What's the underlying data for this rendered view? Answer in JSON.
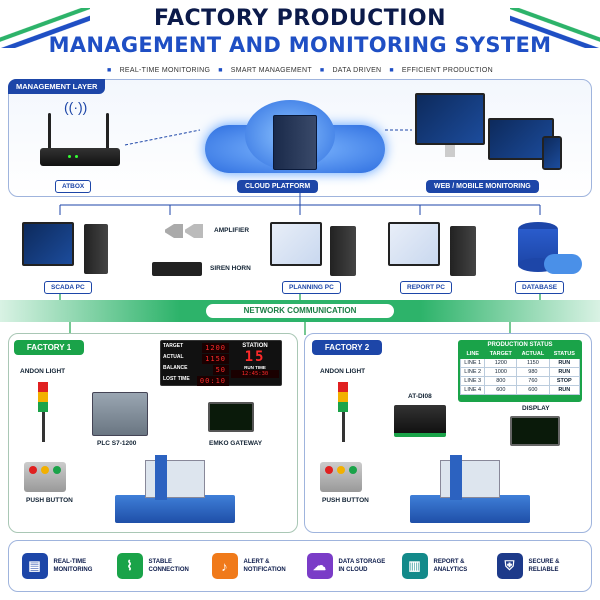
{
  "header": {
    "title_line1": "FACTORY PRODUCTION",
    "title_line2": "MANAGEMENT AND MONITORING SYSTEM",
    "tags": [
      "REAL-TIME MONITORING",
      "SMART MANAGEMENT",
      "DATA DRIVEN",
      "EFFICIENT PRODUCTION"
    ]
  },
  "management": {
    "label": "MANAGEMENT LAYER",
    "atbox": "ATBOX",
    "cloud": "CLOUD PLATFORM",
    "web": "WEB / MOBILE MONITORING"
  },
  "devices": {
    "scada": "SCADA PC",
    "amplifier": "AMPLIFIER",
    "siren": "SIREN HORN",
    "planning": "PLANNING PC",
    "report": "REPORT PC",
    "database": "DATABASE"
  },
  "network": {
    "label": "NETWORK COMMUNICATION"
  },
  "factory1": {
    "label": "FACTORY 1",
    "andon": "ANDON LIGHT",
    "plc": "PLC S7-1200",
    "gateway": "EMKO GATEWAY",
    "push": "PUSH BUTTON",
    "board": {
      "target_label": "TARGET",
      "target": "1200",
      "actual_label": "ACTUAL",
      "actual": "1150",
      "balance_label": "BALANCE",
      "balance": "50",
      "lost_label": "LOST TIME",
      "lost": "00:10",
      "station_label": "STATION",
      "station": "15",
      "run_label": "RUN TIME",
      "run": "12:45:30"
    }
  },
  "factory2": {
    "label": "FACTORY 2",
    "andon": "ANDON LIGHT",
    "io": "AT-DI08",
    "display": "DISPLAY",
    "push": "PUSH BUTTON",
    "status": {
      "title": "PRODUCTION STATUS",
      "headers": [
        "LINE",
        "TARGET",
        "ACTUAL",
        "STATUS"
      ],
      "rows": [
        {
          "line": "LINE 1",
          "target": "1200",
          "actual": "1150",
          "status": "RUN"
        },
        {
          "line": "LINE 2",
          "target": "1000",
          "actual": "980",
          "status": "RUN"
        },
        {
          "line": "LINE 3",
          "target": "800",
          "actual": "760",
          "status": "STOP"
        },
        {
          "line": "LINE 4",
          "target": "600",
          "actual": "600",
          "status": "RUN"
        }
      ]
    }
  },
  "features": [
    {
      "icon": "chart-icon",
      "line1": "REAL-TIME",
      "line2": "MONITORING",
      "color": "#1d46a8"
    },
    {
      "icon": "wifi-icon",
      "line1": "STABLE",
      "line2": "CONNECTION",
      "color": "#1aa349"
    },
    {
      "icon": "bell-icon",
      "line1": "ALERT &",
      "line2": "NOTIFICATION",
      "color": "#f07a1a"
    },
    {
      "icon": "cloud-data-icon",
      "line1": "DATA STORAGE",
      "line2": "IN CLOUD",
      "color": "#7a3cc7"
    },
    {
      "icon": "report-icon",
      "line1": "REPORT &",
      "line2": "ANALYTICS",
      "color": "#138a8a"
    },
    {
      "icon": "shield-icon",
      "line1": "SECURE &",
      "line2": "RELIABLE",
      "color": "#1d3a8a"
    }
  ],
  "colors": {
    "navy": "#0b1a4a",
    "blue": "#1d46a8",
    "green": "#1aa349",
    "red": "#e02020"
  }
}
